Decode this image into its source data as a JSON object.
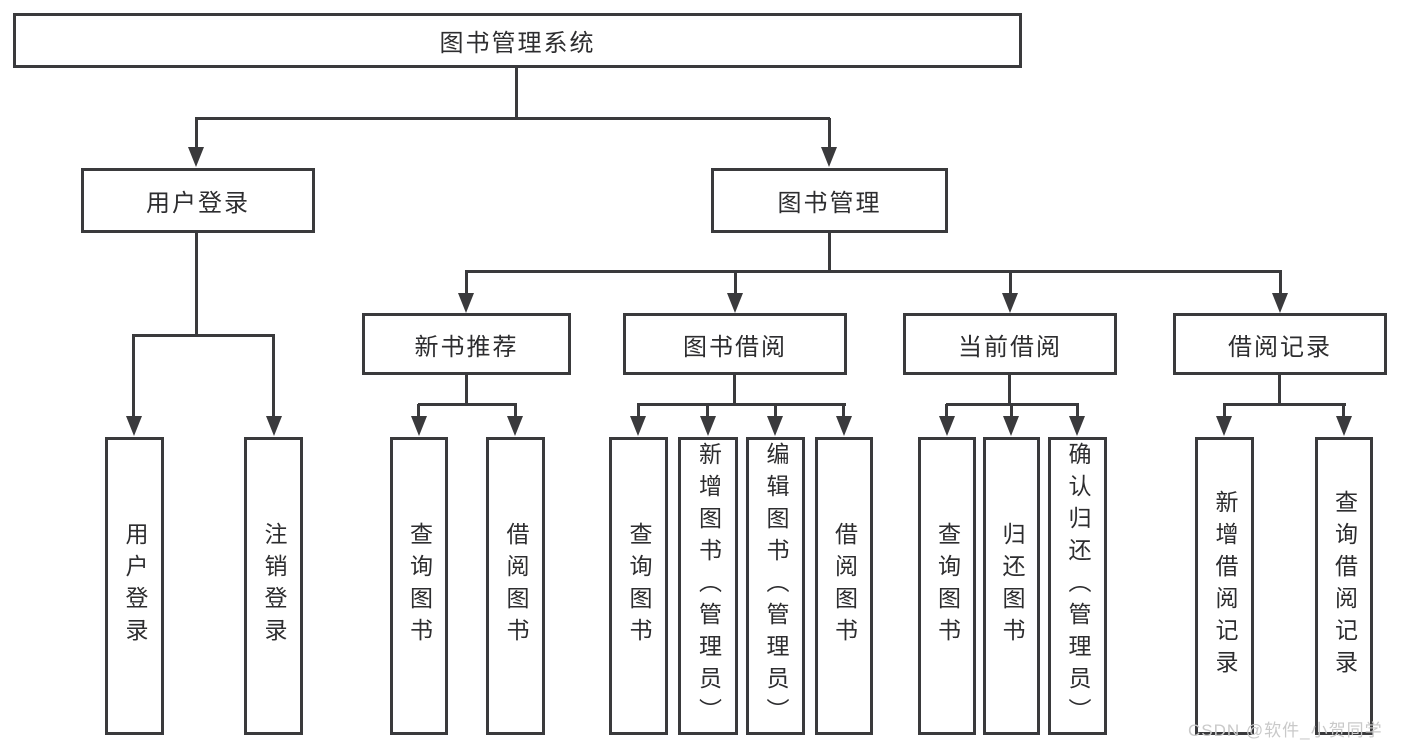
{
  "diagram": {
    "title": "图书管理系统",
    "root": "图书管理系统",
    "level2": [
      "用户登录",
      "图书管理"
    ],
    "level3": [
      "新书推荐",
      "图书借阅",
      "当前借阅",
      "借阅记录"
    ],
    "leaves": {
      "user_login": [
        "用户登录",
        "注销登录"
      ],
      "new_book_recommend": [
        "查询图书",
        "借阅图书"
      ],
      "book_borrow": [
        "查询图书",
        "新增图书（管理员）",
        "编辑图书（管理员）",
        "借阅图书"
      ],
      "current_borrow": [
        "查询图书",
        "归还图书",
        "确认归还（管理员）"
      ],
      "borrow_records": [
        "新增借阅记录",
        "查询借阅记录"
      ]
    }
  },
  "watermark": "CSDN @软件_小贺同学",
  "colors": {
    "line": "#3a3a3c",
    "text": "#2d2d2f",
    "watermark": "#c9c9c9",
    "background": "#ffffff"
  }
}
